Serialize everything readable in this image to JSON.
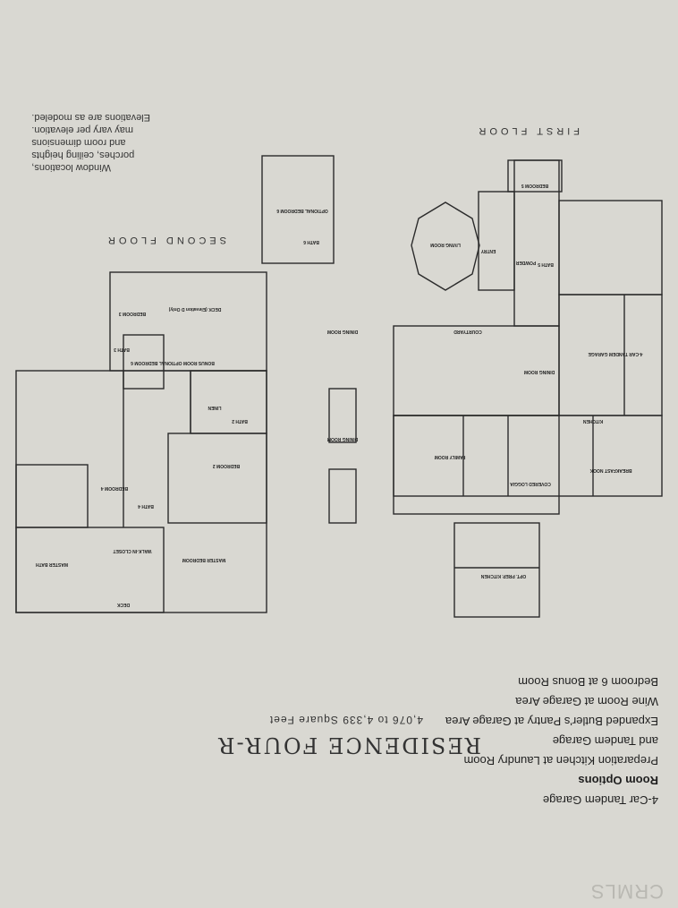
{
  "watermark": "CRMLS",
  "title": "RESIDENCE FOUR-R",
  "square_feet": "4,076 to 4,339 Square Feet",
  "standard": "4-Car Tandem Garage",
  "options": {
    "title": "Room Options",
    "items": [
      "Preparation Kitchen at Laundry Room",
      "and Tandem Garage",
      "Expanded Butler's Pantry at Garage Area",
      "Wine Room at Garage Area",
      "Bedroom 6 at Bonus Room"
    ]
  },
  "floors": {
    "first": "FIRST FLOOR",
    "second": "SECOND FLOOR"
  },
  "disclaimer": [
    "Window locations,",
    "porches, ceiling heights",
    "and room dimensions",
    "may vary per elevation.",
    "Elevations are as modeled."
  ],
  "rooms": {
    "first": [
      "BEDROOM 5",
      "LIVING ROOM",
      "ENTRY",
      "POWDER",
      "BATH 5",
      "4-CAR TANDEM GARAGE",
      "COURTYARD",
      "DINING ROOM",
      "KITCHEN",
      "FAMILY ROOM",
      "COVERED LOGGIA",
      "BREAKFAST NOOK",
      "OPT. PREP. KITCHEN"
    ],
    "second": [
      "OPTIONAL BEDROOM 6",
      "BATH 6",
      "BEDROOM 3",
      "DECK (Elevation D Only)",
      "BONUS ROOM OPTIONAL BEDROOM 6",
      "BATH 3",
      "LINEN",
      "BATH 2",
      "BEDROOM 2",
      "BEDROOM 4",
      "BATH 4",
      "WALK-IN CLOSET",
      "MASTER BEDROOM",
      "MASTER BATH",
      "DECK",
      "DINING ROOM",
      "DINING ROOM"
    ]
  }
}
